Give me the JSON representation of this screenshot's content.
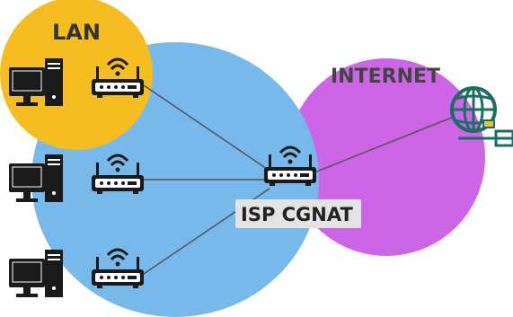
{
  "regions": {
    "lan": {
      "label": "LAN",
      "color": "#f5bd1f"
    },
    "carrier": {
      "color": "#78b9eb"
    },
    "internet": {
      "label": "INTERNET",
      "color": "#cc66e6"
    }
  },
  "isp": {
    "label": "ISP CGNAT"
  },
  "devices": {
    "computer_color": "#1a1a1a",
    "router_color": "#1a1a1a",
    "router_panel_color": "#ffffff",
    "link_color": "#555555",
    "globe_color": "#1b6e62"
  }
}
